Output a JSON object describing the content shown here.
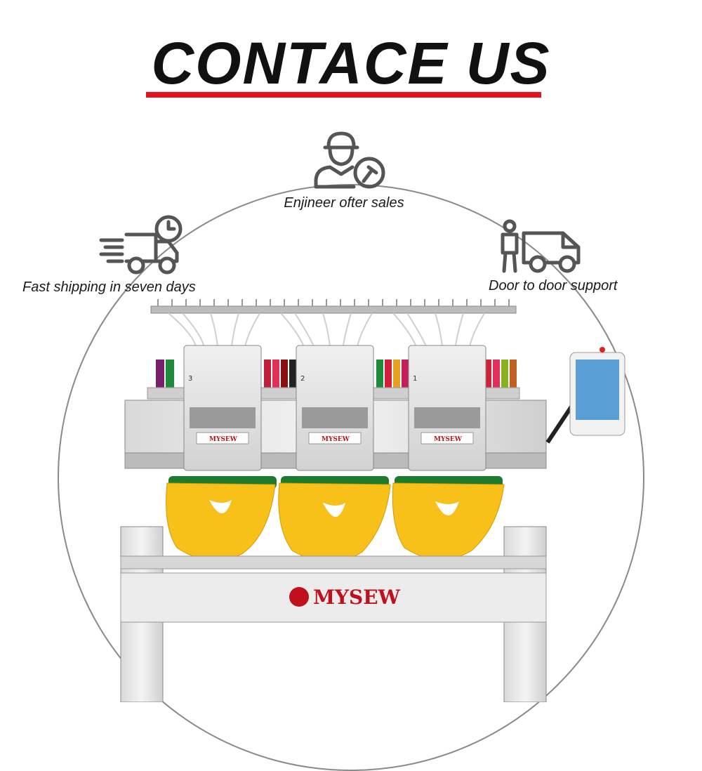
{
  "header": {
    "title": "CONTACE US"
  },
  "features": [
    {
      "label": "Enjineer ofter sales",
      "icon": "engineer-wrench-icon"
    },
    {
      "label": "Fast shipping in seven days",
      "icon": "fast-truck-clock-icon"
    },
    {
      "label": "Door to door support",
      "icon": "person-van-icon"
    }
  ],
  "machine": {
    "brand": "MYSEW",
    "head_numbers": [
      "3",
      "2",
      "1"
    ]
  },
  "colors": {
    "accent": "#e5121b",
    "icon": "#555555",
    "garment": "#f7c11a",
    "hoop": "#1d7a2f"
  }
}
